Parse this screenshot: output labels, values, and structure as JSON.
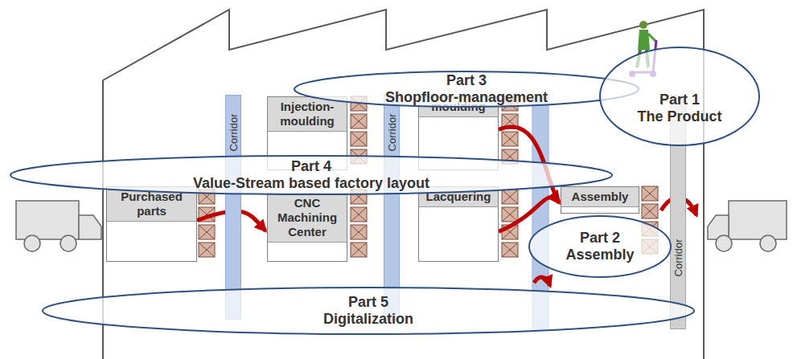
{
  "diagram": {
    "nodes": [
      {
        "text": [
          "Part 3",
          "Shopfloor-management"
        ]
      },
      {
        "text": [
          "Part 1",
          "The Product"
        ]
      },
      {
        "text": [
          "Corridor"
        ]
      },
      {
        "text": [
          "Injection-moulding"
        ]
      },
      {
        "text": [
          "Corridor"
        ]
      },
      {
        "text": [
          "moulding"
        ]
      },
      {
        "text": [
          "Part 4",
          "Value-Stream based factory layout"
        ]
      },
      {
        "text": [
          "Purchased parts"
        ]
      },
      {
        "text": [
          "CNC Machining Center"
        ]
      },
      {
        "text": [
          "Lacquering"
        ]
      },
      {
        "text": [
          "Assembly"
        ]
      },
      {
        "text": [
          "Corridor"
        ]
      },
      {
        "text": [
          "Part 2",
          "Assembly"
        ]
      },
      {
        "text": [
          "Part 5",
          "Digitalization"
        ]
      }
    ],
    "edges": [
      {
        "from": 7,
        "to": 8,
        "arrow": "to"
      },
      {
        "from": 5,
        "to": 10,
        "arrow": "to"
      },
      {
        "from": 9,
        "to": 10,
        "arrow": "to"
      }
    ]
  }
}
